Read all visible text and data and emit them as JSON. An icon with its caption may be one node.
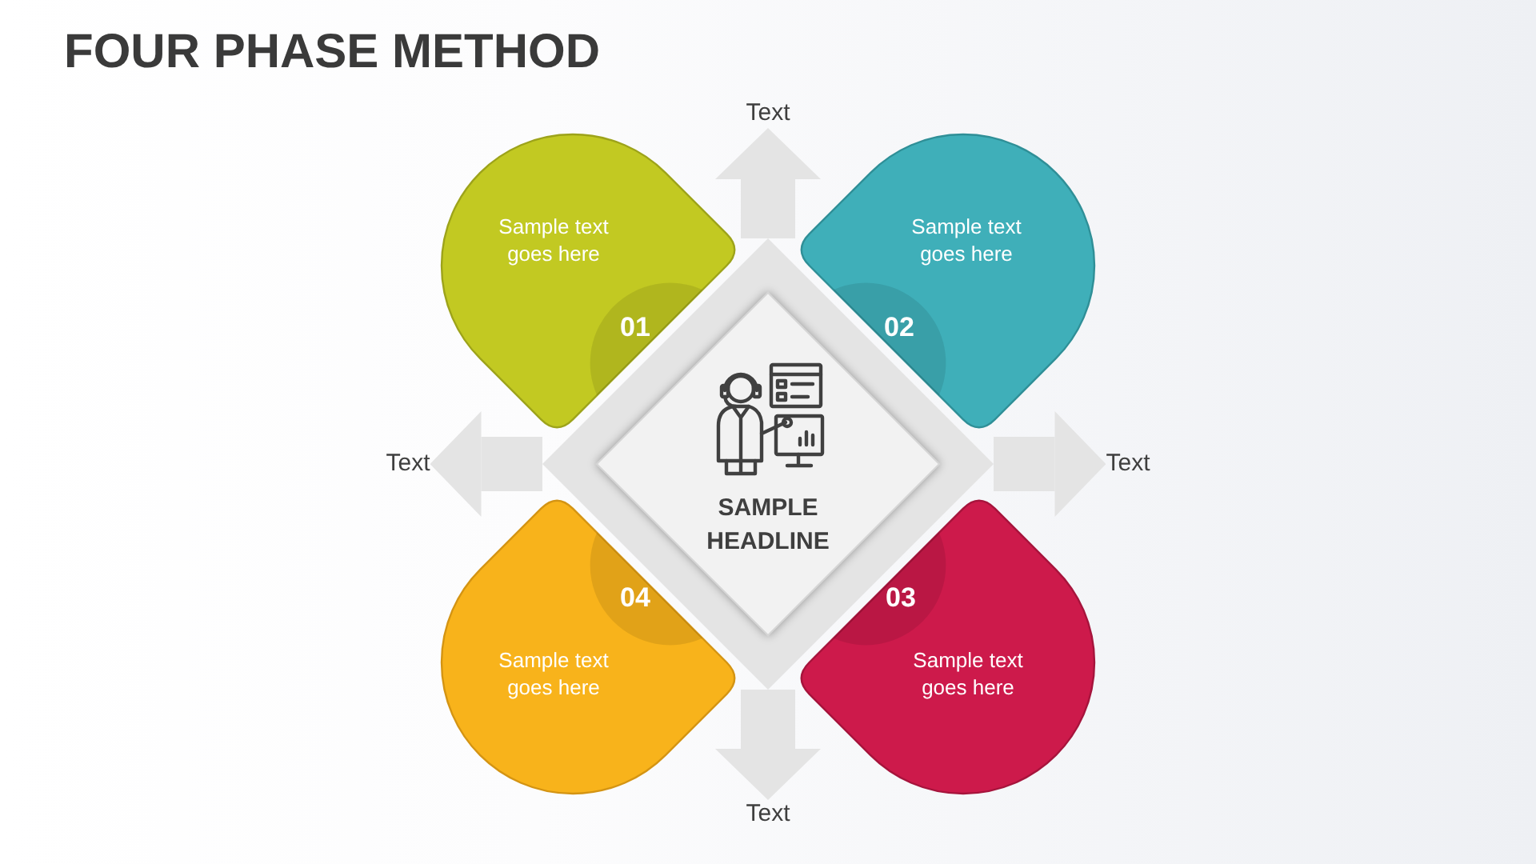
{
  "diagram": {
    "title": "FOUR PHASE METHOD",
    "nodes": [
      {
        "text": [
          "Text"
        ]
      },
      {
        "text": [
          "Sample text goes here",
          "01"
        ]
      },
      {
        "text": [
          "Sample text goes here",
          "02"
        ]
      },
      {
        "text": [
          "Text"
        ]
      },
      {
        "text": [
          "SAMPLE HEADLINE"
        ]
      },
      {
        "text": [
          "Text"
        ]
      },
      {
        "text": [
          "04",
          "Sample text goes here"
        ]
      },
      {
        "text": [
          "03",
          "Sample text goes here"
        ]
      },
      {
        "text": [
          "Text"
        ]
      }
    ],
    "edges": [
      {
        "from": 4,
        "to": 0,
        "arrow": "to"
      },
      {
        "from": 4,
        "to": 3,
        "arrow": "to"
      },
      {
        "from": 4,
        "to": 5,
        "arrow": "to"
      },
      {
        "from": 4,
        "to": 8,
        "arrow": "to"
      }
    ]
  }
}
